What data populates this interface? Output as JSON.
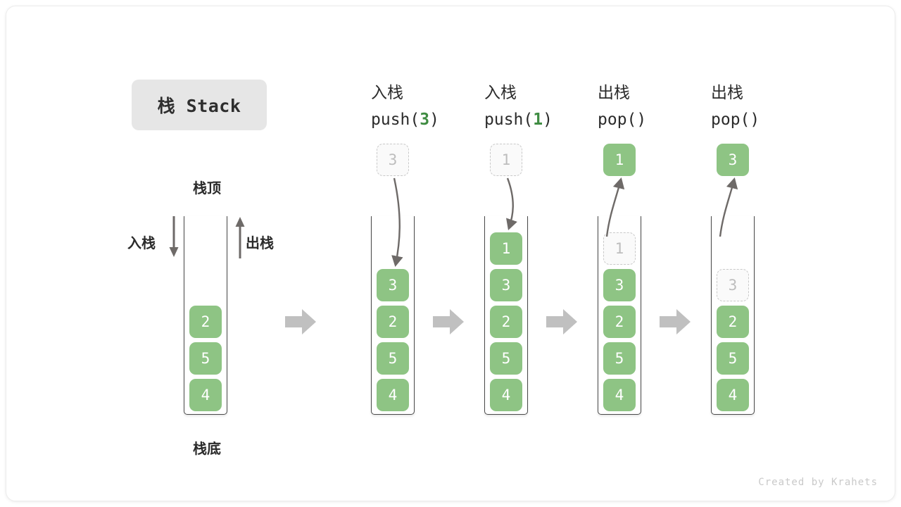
{
  "diagram": {
    "title": "栈 Stack",
    "footer": "Created by Krahets",
    "accent_green": "#8ec484",
    "accent_green_text": "#3f8c42",
    "line_gray": "#6e6a68",
    "arrow_gray": "#c0c0c0",
    "ghost_gray": "#bdbdbd"
  },
  "overview": {
    "top_label": "栈顶",
    "bottom_label": "栈底",
    "push_label": "入栈",
    "pop_label": "出栈",
    "cells": [
      "2",
      "5",
      "4"
    ]
  },
  "steps": [
    {
      "id": "push-3",
      "op_cn": "入栈",
      "op_code_prefix": "push(",
      "op_code_arg": "3",
      "op_code_suffix": ")",
      "floating_cell": "3",
      "floating_kind": "ghost",
      "arrow_direction": "down",
      "cells": [
        {
          "value": "3",
          "kind": "filled"
        },
        {
          "value": "2",
          "kind": "filled"
        },
        {
          "value": "5",
          "kind": "filled"
        },
        {
          "value": "4",
          "kind": "filled"
        }
      ]
    },
    {
      "id": "push-1",
      "op_cn": "入栈",
      "op_code_prefix": "push(",
      "op_code_arg": "1",
      "op_code_suffix": ")",
      "floating_cell": "1",
      "floating_kind": "ghost",
      "arrow_direction": "down",
      "cells": [
        {
          "value": "1",
          "kind": "filled"
        },
        {
          "value": "3",
          "kind": "filled"
        },
        {
          "value": "2",
          "kind": "filled"
        },
        {
          "value": "5",
          "kind": "filled"
        },
        {
          "value": "4",
          "kind": "filled"
        }
      ]
    },
    {
      "id": "pop-1",
      "op_cn": "出栈",
      "op_code_prefix": "pop(",
      "op_code_arg": "",
      "op_code_suffix": ")",
      "floating_cell": "1",
      "floating_kind": "filled",
      "arrow_direction": "up",
      "cells": [
        {
          "value": "1",
          "kind": "ghost"
        },
        {
          "value": "3",
          "kind": "filled"
        },
        {
          "value": "2",
          "kind": "filled"
        },
        {
          "value": "5",
          "kind": "filled"
        },
        {
          "value": "4",
          "kind": "filled"
        }
      ]
    },
    {
      "id": "pop-3",
      "op_cn": "出栈",
      "op_code_prefix": "pop(",
      "op_code_arg": "",
      "op_code_suffix": ")",
      "floating_cell": "3",
      "floating_kind": "filled",
      "arrow_direction": "up",
      "cells": [
        {
          "value": "",
          "kind": "empty"
        },
        {
          "value": "3",
          "kind": "ghost"
        },
        {
          "value": "2",
          "kind": "filled"
        },
        {
          "value": "5",
          "kind": "filled"
        },
        {
          "value": "4",
          "kind": "filled"
        }
      ]
    }
  ]
}
